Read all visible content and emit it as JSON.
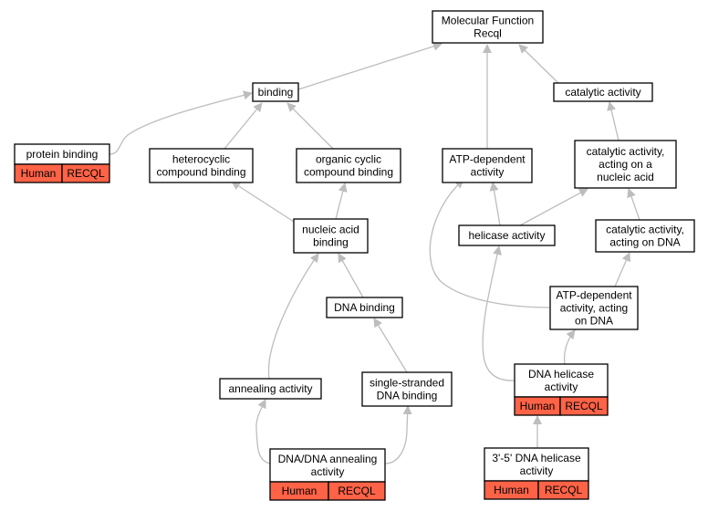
{
  "colors": {
    "annotation": "#ff6347",
    "edge": "#bdbdbd",
    "node_border": "#000000"
  },
  "nodes": {
    "root": {
      "lines": [
        "Molecular Function",
        "Recql"
      ]
    },
    "binding": {
      "lines": [
        "binding"
      ]
    },
    "catalytic": {
      "lines": [
        "catalytic activity"
      ]
    },
    "protein_binding": {
      "lines": [
        "protein binding"
      ],
      "annotation": [
        "Human",
        "RECQL"
      ]
    },
    "heterocyclic": {
      "lines": [
        "heterocyclic",
        "compound binding"
      ]
    },
    "organic_cyclic": {
      "lines": [
        "organic cyclic",
        "compound binding"
      ]
    },
    "atp_dependent": {
      "lines": [
        "ATP-dependent",
        "activity"
      ]
    },
    "cat_nucleic": {
      "lines": [
        "catalytic activity,",
        "acting on a",
        "nucleic acid"
      ]
    },
    "nucleic_binding": {
      "lines": [
        "nucleic acid",
        "binding"
      ]
    },
    "helicase": {
      "lines": [
        "helicase activity"
      ]
    },
    "cat_dna": {
      "lines": [
        "catalytic activity,",
        "acting on DNA"
      ]
    },
    "dna_binding": {
      "lines": [
        "DNA binding"
      ]
    },
    "atp_dna": {
      "lines": [
        "ATP-dependent",
        "activity, acting",
        "on DNA"
      ]
    },
    "annealing": {
      "lines": [
        "annealing activity"
      ]
    },
    "ssdna": {
      "lines": [
        "single-stranded",
        "DNA binding"
      ]
    },
    "dna_helicase": {
      "lines": [
        "DNA helicase",
        "activity"
      ],
      "annotation": [
        "Human",
        "RECQL"
      ]
    },
    "dna_annealing": {
      "lines": [
        "DNA/DNA annealing",
        "activity"
      ],
      "annotation": [
        "Human",
        "RECQL"
      ]
    },
    "helicase_35": {
      "lines": [
        "3'-5' DNA helicase",
        "activity"
      ],
      "annotation": [
        "Human",
        "RECQL"
      ]
    }
  }
}
